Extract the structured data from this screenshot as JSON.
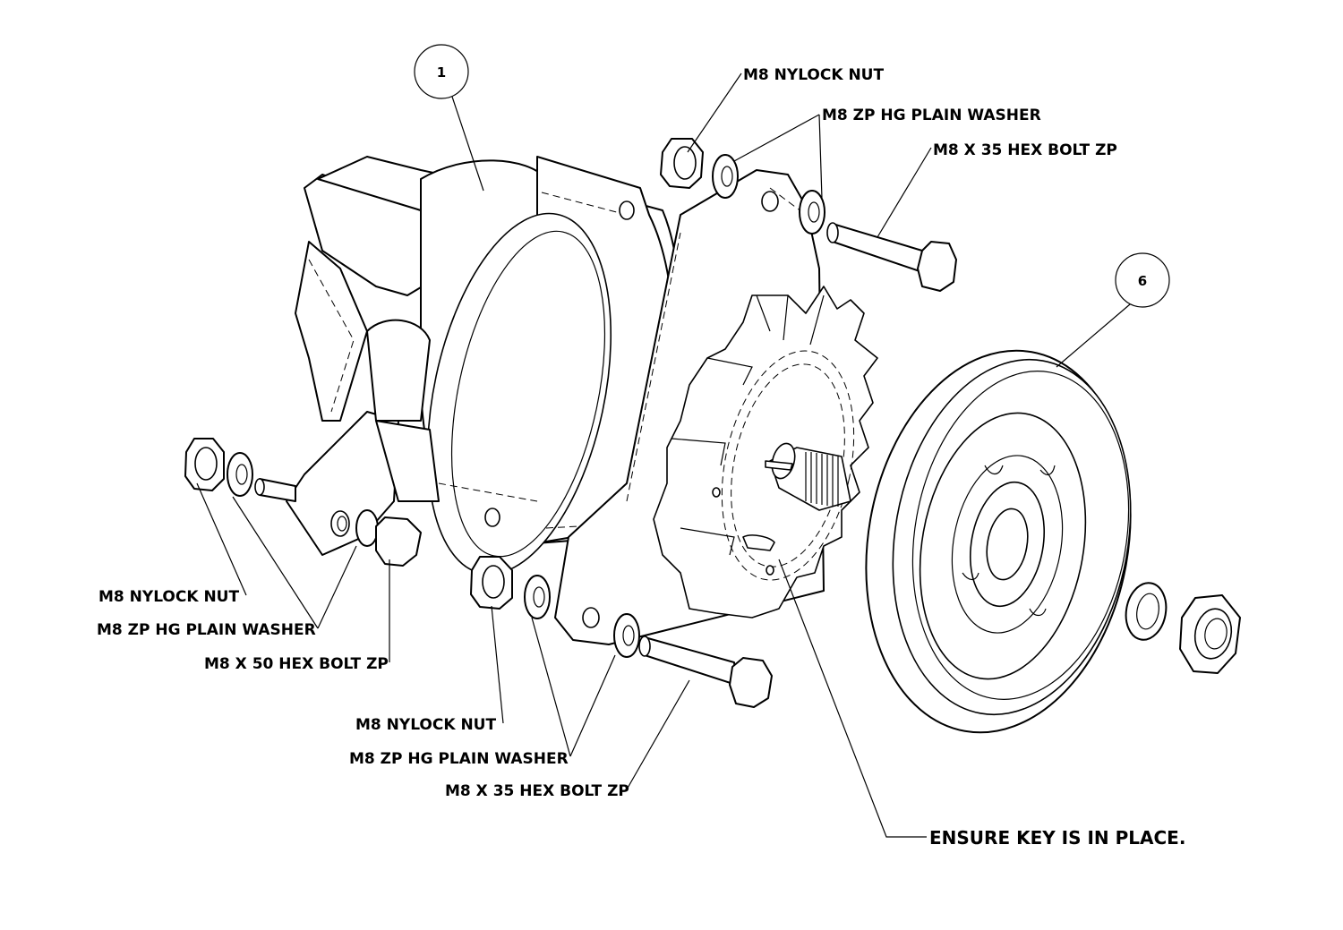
{
  "balloons": {
    "alternator": "1",
    "pulley": "6"
  },
  "labels": {
    "top_nut": "M8 NYLOCK NUT",
    "top_washer": "M8 ZP HG PLAIN WASHER",
    "top_bolt": "M8 X 35 HEX BOLT ZP",
    "left_nut": "M8 NYLOCK NUT",
    "left_washer": "M8 ZP HG PLAIN WASHER",
    "left_bolt": "M8 X 50 HEX BOLT ZP",
    "bottom_nut": "M8 NYLOCK NUT",
    "bottom_washer": "M8 ZP HG PLAIN WASHER",
    "bottom_bolt": "M8 X 35 HEX BOLT ZP",
    "note": "ENSURE KEY IS IN PLACE."
  }
}
